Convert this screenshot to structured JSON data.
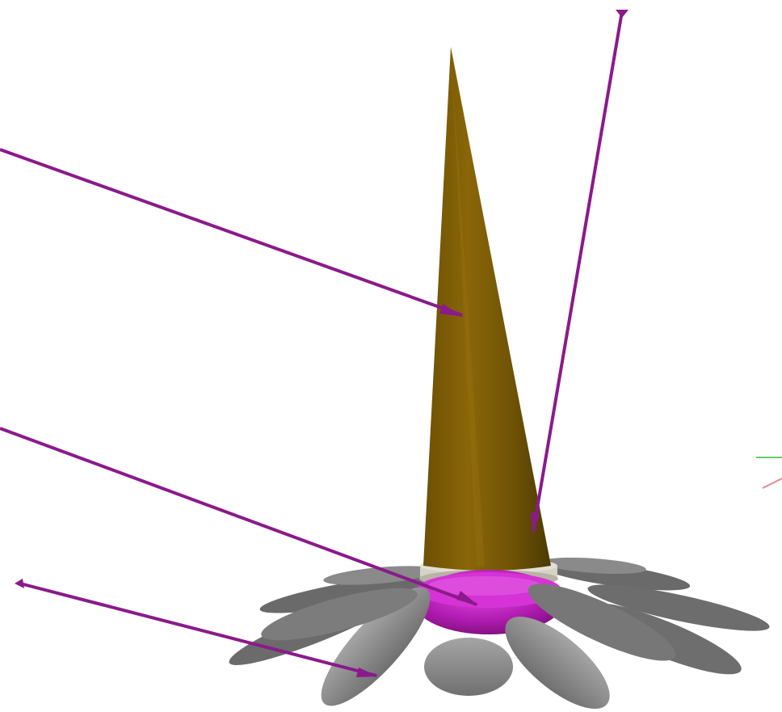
{
  "diagram": {
    "parts": [
      {
        "id": "cone",
        "color": "#7a5a05"
      },
      {
        "id": "ring",
        "color": "#d6d2c6"
      },
      {
        "id": "base-disc",
        "color": "#c41ec4"
      },
      {
        "id": "petals",
        "color": "#7d7d7d",
        "count": 16
      }
    ],
    "pointers": [
      {
        "id": "arrow-to-cone",
        "color": "#8b1a8b"
      },
      {
        "id": "arrow-to-cone-tip",
        "color": "#8b1a8b"
      },
      {
        "id": "arrow-to-base-disc",
        "color": "#8b1a8b"
      },
      {
        "id": "arrow-to-petal",
        "color": "#8b1a8b"
      }
    ],
    "axes_gizmo": {
      "x_color": "#e88888",
      "y_color": "#66cc66"
    }
  }
}
